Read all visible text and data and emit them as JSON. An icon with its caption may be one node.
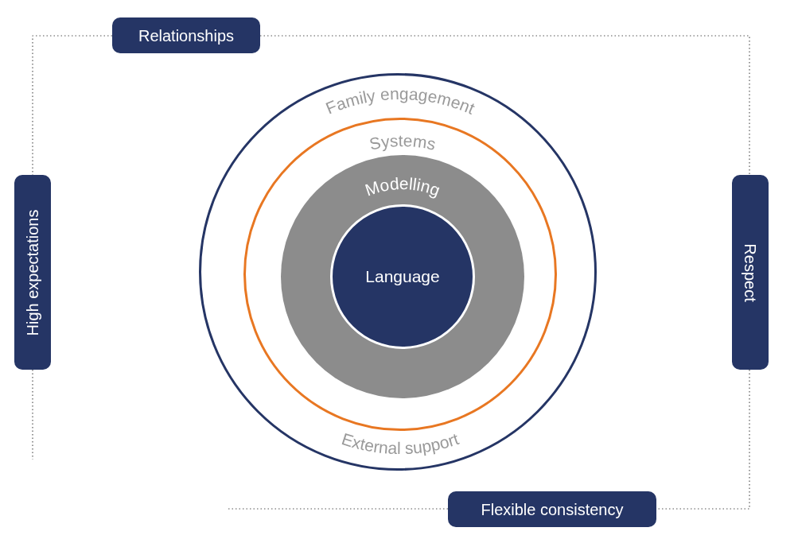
{
  "diagram": {
    "nodes": [
      {
        "text": [
          "Relationships"
        ]
      },
      {
        "text": [
          "High expectations"
        ]
      },
      {
        "text": [
          "Respect"
        ]
      },
      {
        "text": [
          "Family engagement",
          "External support"
        ]
      },
      {
        "text": [
          "Systems"
        ],
        "in": 3
      },
      {
        "text": [
          "Modelling"
        ],
        "in": 4
      },
      {
        "text": [
          "Language"
        ],
        "in": 5
      },
      {
        "text": [
          "Flexible consistency"
        ]
      }
    ],
    "edges": [
      {
        "from": 0,
        "to": 1,
        "arrow": "none",
        "style": "dashed"
      },
      {
        "from": 0,
        "to": 2,
        "arrow": "none",
        "style": "dashed"
      },
      {
        "from": 2,
        "to": 7,
        "arrow": "none",
        "style": "dashed"
      },
      {
        "from": 7,
        "to": null,
        "arrow": "none",
        "style": "dashed"
      },
      {
        "from": 1,
        "to": null,
        "arrow": "none",
        "style": "dashed"
      }
    ]
  }
}
